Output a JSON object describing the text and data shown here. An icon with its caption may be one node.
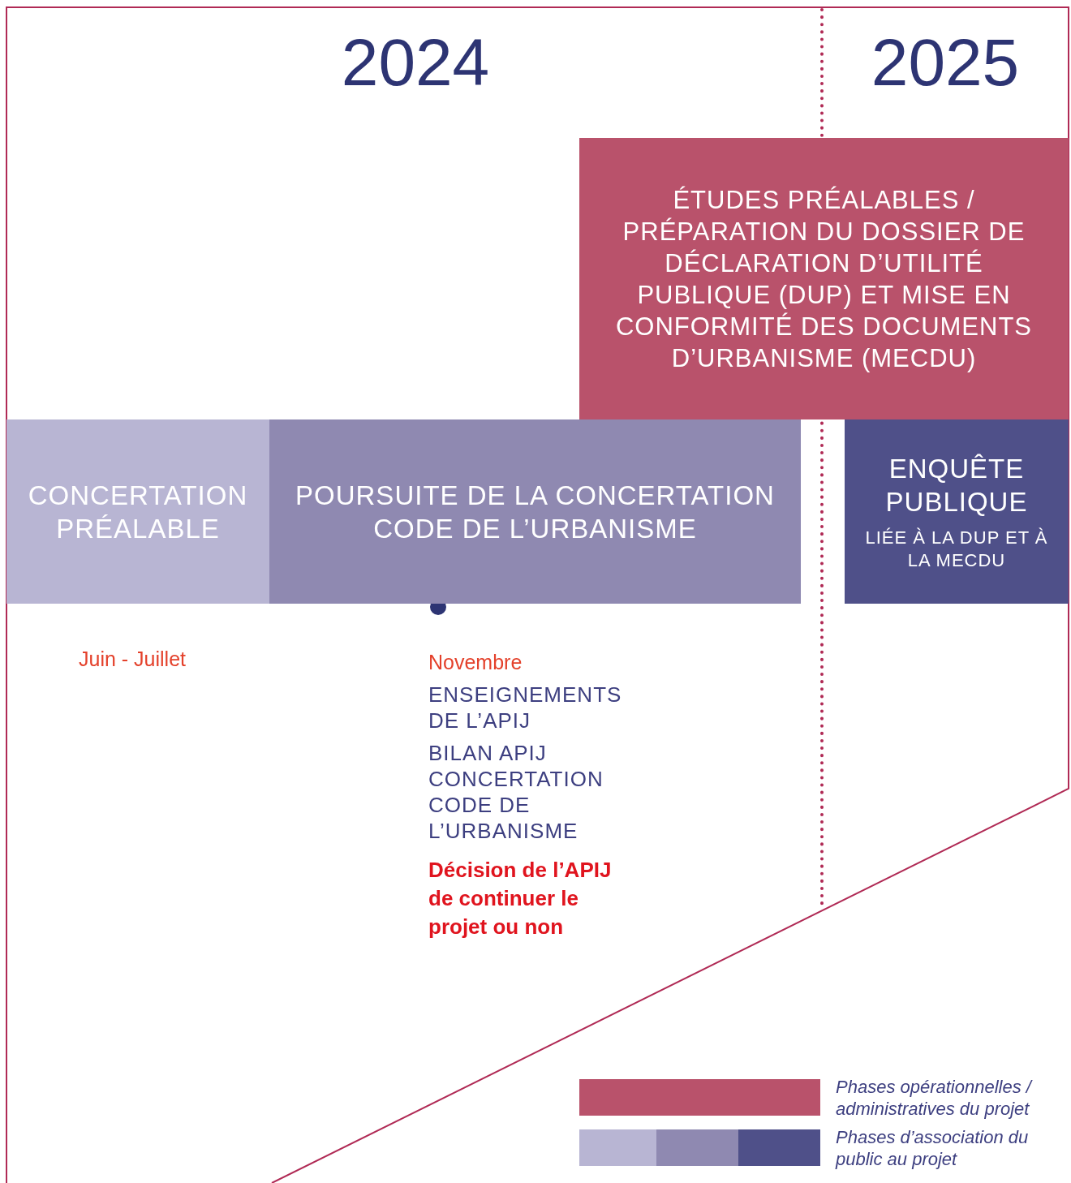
{
  "diagram": {
    "nodes": [
      {
        "text": [
          "ÉTUDES PRÉALABLES / PRÉPARATION DU DOSSIER DE DÉCLARATION D’UTILITÉ PUBLIQUE (DUP) ET MISE EN CONFORMITÉ DES DOCUMENTS D’URBANISME (MECDU)"
        ]
      },
      {
        "text": [
          "CONCERTATION PRÉALABLE"
        ]
      },
      {
        "text": [
          "POURSUITE DE LA CONCERTATION CODE DE L’URBANISME"
        ]
      },
      {
        "text": [
          "ENQUÊTE PUBLIQUE",
          "LIÉE À LA DUP ET À LA MECDU"
        ]
      }
    ],
    "labels": [
      "2024",
      "2025",
      "Juin - Juillet",
      "Novembre",
      "ENSEIGNEMENTS DE L’APIJ",
      "BILAN APIJ CONCERTATION CODE DE L’URBANISME",
      "Décision de l’APIJ de continuer le projet ou non"
    ],
    "legend": [
      {
        "text": "Phases opérationnelles / administratives du projet",
        "color": "#b9526b"
      },
      {
        "text": "Phases d’association du public au projet"
      }
    ]
  }
}
